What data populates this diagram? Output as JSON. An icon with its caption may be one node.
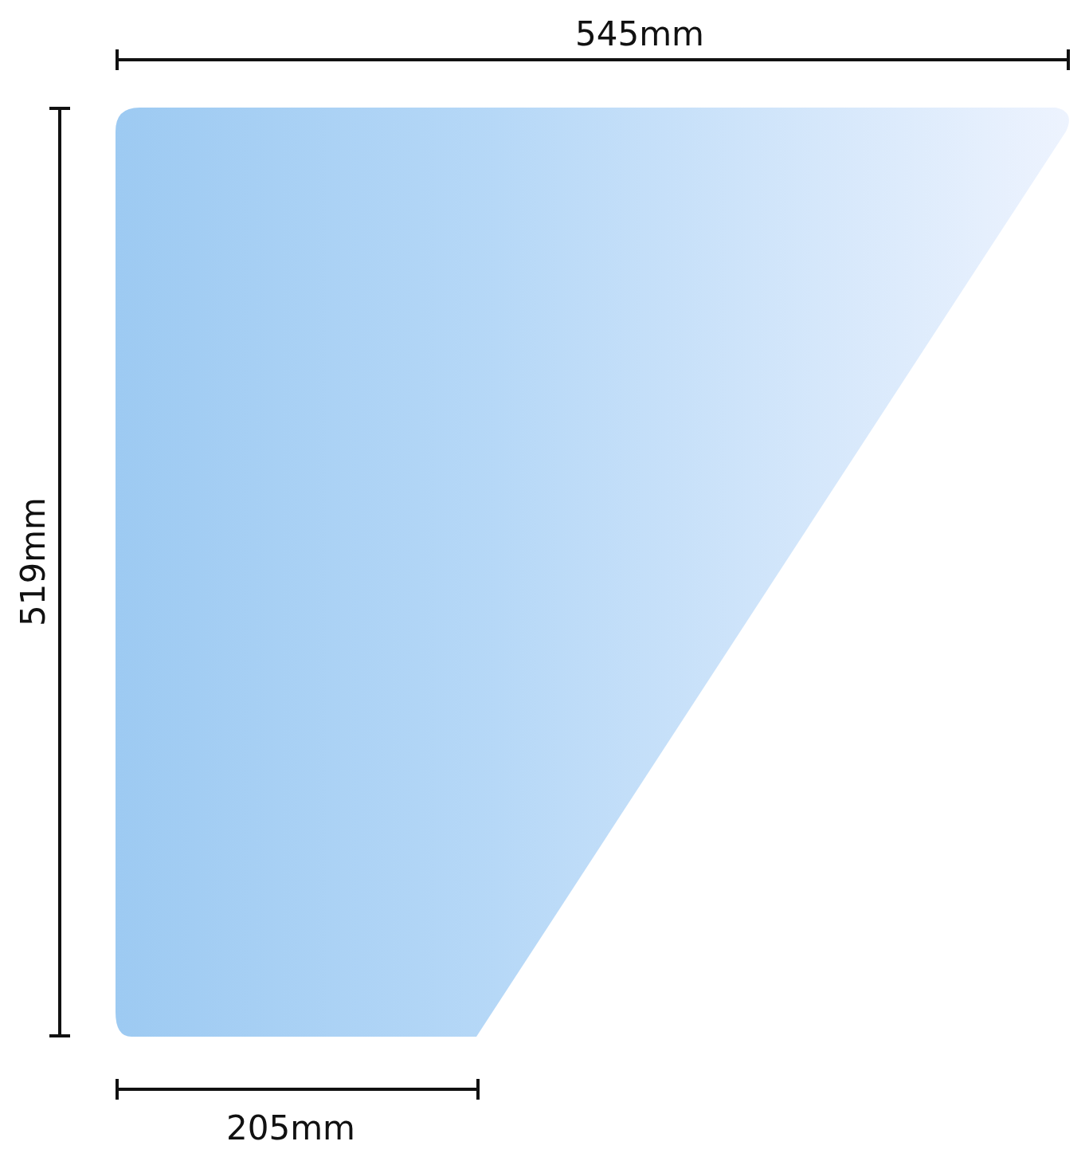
{
  "diagram": {
    "labels": [
      "545mm",
      "519mm",
      "205mm"
    ]
  }
}
